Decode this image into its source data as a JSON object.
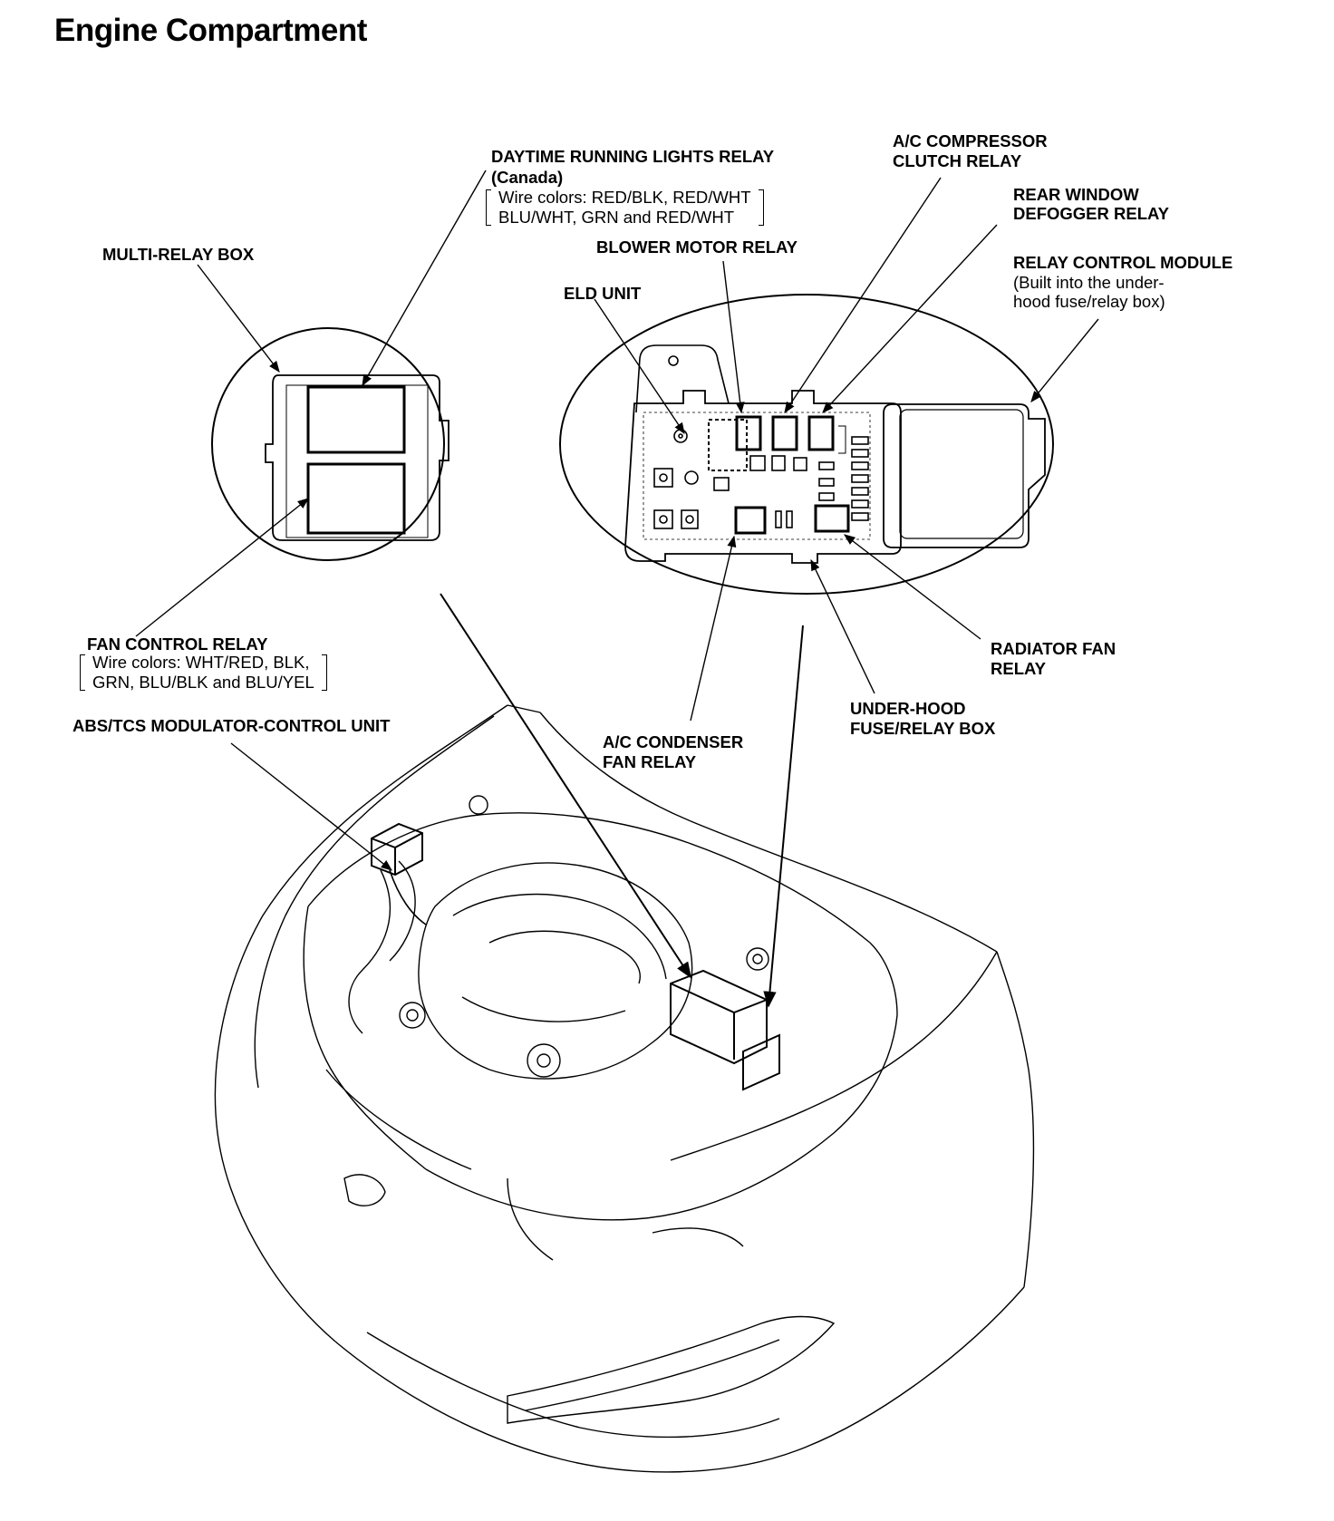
{
  "title": "Engine Compartment",
  "labels": {
    "multi_relay_box": "MULTI-RELAY BOX",
    "daytime_relay": "DAYTIME RUNNING LIGHTS RELAY",
    "daytime_relay_region": "(Canada)",
    "daytime_wire_1": "Wire colors: RED/BLK, RED/WHT",
    "daytime_wire_2": "BLU/WHT, GRN and RED/WHT",
    "blower_motor_relay": "BLOWER MOTOR RELAY",
    "eld_unit": "ELD UNIT",
    "ac_compressor_1": "A/C COMPRESSOR",
    "ac_compressor_2": "CLUTCH RELAY",
    "rear_window_1": "REAR WINDOW",
    "rear_window_2": "DEFOGGER RELAY",
    "relay_control_module": "RELAY CONTROL MODULE",
    "relay_control_note_1": "(Built into the under-",
    "relay_control_note_2": "hood fuse/relay box)",
    "fan_control_relay": "FAN CONTROL RELAY",
    "fan_wire_1": "Wire colors: WHT/RED, BLK,",
    "fan_wire_2": "GRN, BLU/BLK and BLU/YEL",
    "abs_tcs": "ABS/TCS MODULATOR-CONTROL UNIT",
    "ac_condenser_1": "A/C CONDENSER",
    "ac_condenser_2": "FAN RELAY",
    "radiator_fan_1": "RADIATOR FAN",
    "radiator_fan_2": "RELAY",
    "underhood_1": "UNDER-HOOD",
    "underhood_2": "FUSE/RELAY BOX"
  }
}
